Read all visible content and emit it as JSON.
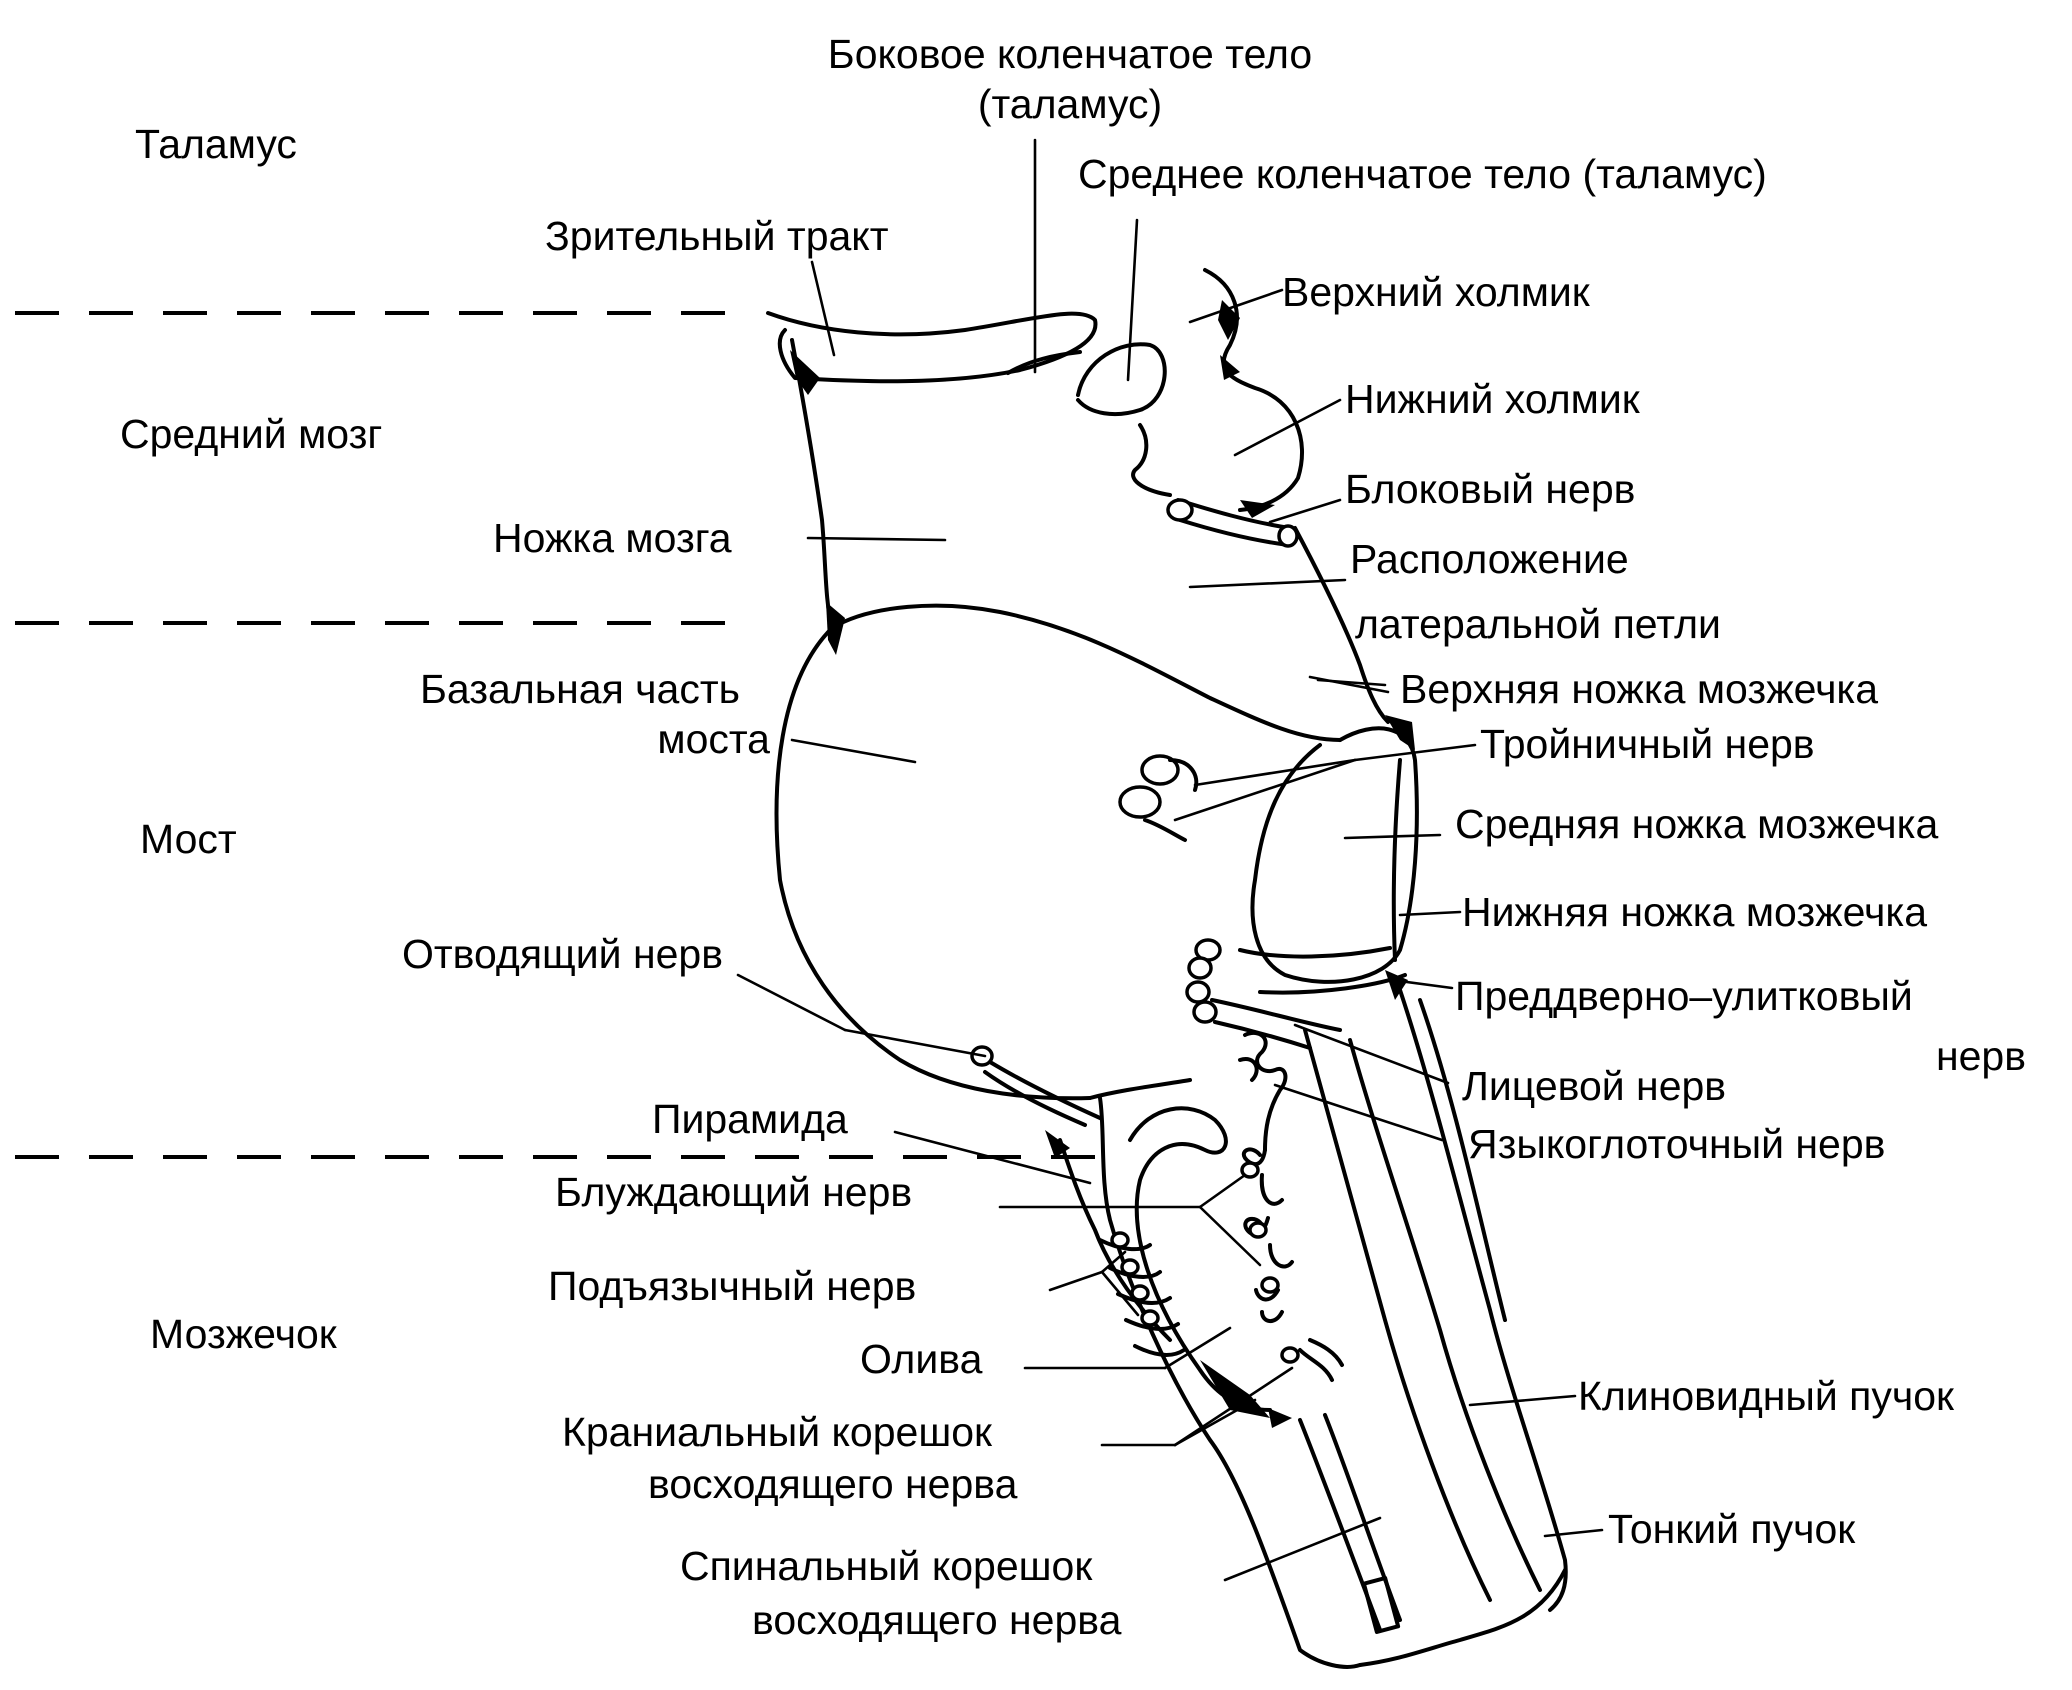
{
  "regions": {
    "thalamus": "Таламус",
    "midbrain": "Средний мозг",
    "pons": "Мост",
    "cerebellum": "Мозжечок"
  },
  "labels": {
    "lateral_geniculate_1": "Боковое коленчатое тело",
    "lateral_geniculate_2": "(таламус)",
    "medial_geniculate": "Среднее коленчатое тело (таламус)",
    "optic_tract": "Зрительный тракт",
    "superior_colliculus": "Верхний холмик",
    "inferior_colliculus": "Нижний холмик",
    "trochlear_nerve": "Блоковый нерв",
    "cerebral_peduncle": "Ножка мозга",
    "lateral_lemniscus_1": "Расположение",
    "lateral_lemniscus_2": "латеральной петли",
    "superior_cerebellar_peduncle": "Верхняя ножка мозжечка",
    "basilar_pons_1": "Базальная часть",
    "basilar_pons_2": "моста",
    "trigeminal_nerve": "Тройничный нерв",
    "middle_cerebellar_peduncle": "Средняя ножка мозжечка",
    "inferior_cerebellar_peduncle": "Нижняя ножка мозжечка",
    "abducens_nerve": "Отводящий нерв",
    "vestibulocochlear_1": "Преддверно–улитковый",
    "vestibulocochlear_2": "нерв",
    "facial_nerve": "Лицевой нерв",
    "pyramid": "Пирамида",
    "glossopharyngeal_nerve": "Языкоглоточный нерв",
    "vagus_nerve": "Блуждающий нерв",
    "hypoglossal_nerve": "Подъязычный нерв",
    "olive": "Олива",
    "cuneate_fasciculus": "Клиновидный пучок",
    "cranial_root_1": "Краниальный корешок",
    "cranial_root_2": "восходящего нерва",
    "gracile_fasciculus": "Тонкий пучок",
    "spinal_root_1": "Спинальный корешок",
    "spinal_root_2": "восходящего нерва"
  }
}
